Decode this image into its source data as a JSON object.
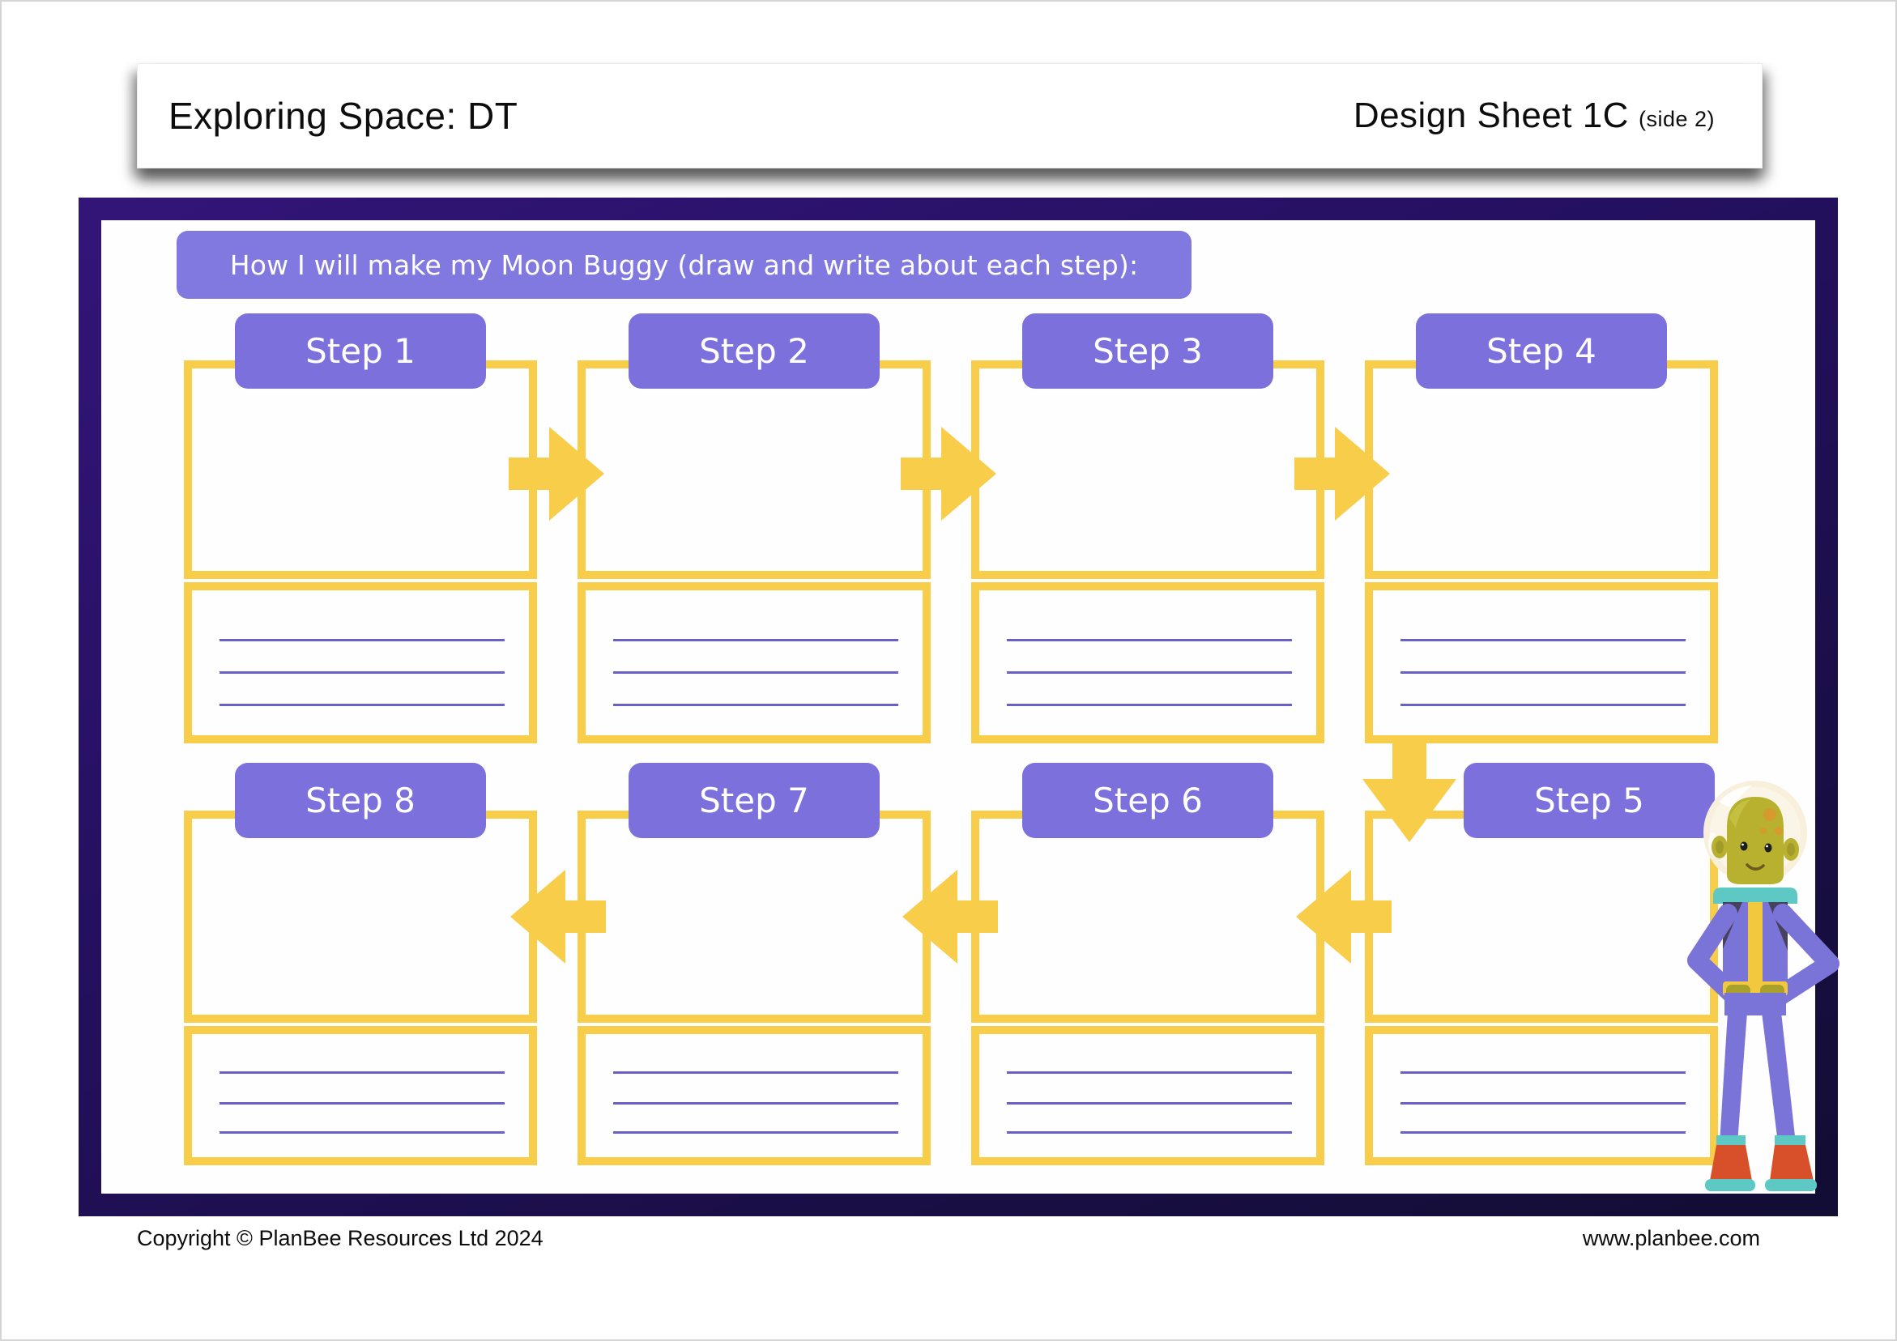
{
  "header": {
    "title_left": "Exploring Space: DT",
    "title_right": "Design Sheet 1C",
    "side_note": "(side 2)"
  },
  "banner": {
    "text": "How I will make my Moon Buggy (draw and write about each step):"
  },
  "rows": [
    [
      "Step 1",
      "Step 2",
      "Step 3",
      "Step 4"
    ],
    [
      "Step 8",
      "Step 7",
      "Step 6",
      "Step 5"
    ]
  ],
  "writing_lines_per_step": 3,
  "flow": {
    "top_row_direction": "left-to-right",
    "bottom_row_direction": "right-to-left",
    "connector_between_rows": "down-arrow from Step 4 to Step 5"
  },
  "footer": {
    "copyright": "Copyright © PlanBee Resources Ltd 2024",
    "website": "www.planbee.com"
  },
  "colors": {
    "step_label_purple": "#7c70dd",
    "banner_purple": "#8279e0",
    "box_yellow": "#f8cd4a",
    "arrow_yellow": "#f8cd4a",
    "writing_line_purple": "#6a60c8",
    "frame_dark_top": "#331578",
    "frame_dark_bottom": "#120d33",
    "alien_suit_purple": "#7b74d8",
    "alien_skin_olive": "#b7b12f",
    "alien_teal": "#5ec9c4",
    "alien_shoe_red": "#d8502a"
  },
  "icons": {
    "arrow_right": "arrow-right-icon",
    "arrow_left": "arrow-left-icon",
    "arrow_down": "arrow-down-icon",
    "character": "alien-astronaut"
  }
}
